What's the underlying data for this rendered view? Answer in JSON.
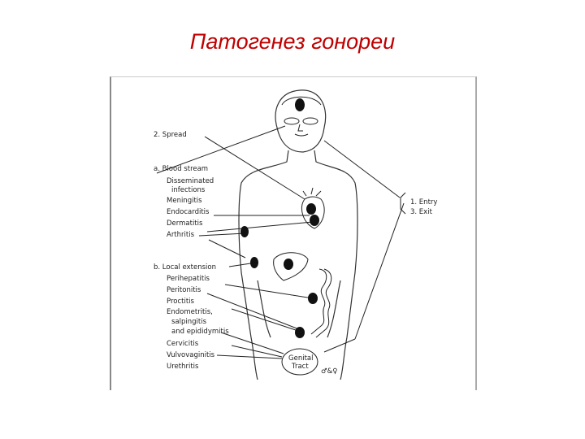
{
  "title": "Патогенез гонореи",
  "diagram": {
    "spread_heading": "2. Spread",
    "blood_heading": "a. Blood stream",
    "blood_items": [
      "Disseminated",
      "infections",
      "Meningitis",
      "Endocarditis",
      "Dermatitis",
      "Arthritis"
    ],
    "local_heading": "b. Local extension",
    "local_items": [
      "Perihepatitis",
      "Peritonitis",
      "Proctitis",
      "Endometritis,",
      "salpingitis",
      "and epididymitis",
      "Cervicitis",
      "Vulvovaginitis",
      "Urethritis"
    ],
    "right_items": [
      "1. Entry",
      "3. Exit"
    ],
    "genital_label_1": "Genital",
    "genital_label_2": "Tract",
    "sex_symbols": "♂&♀"
  }
}
